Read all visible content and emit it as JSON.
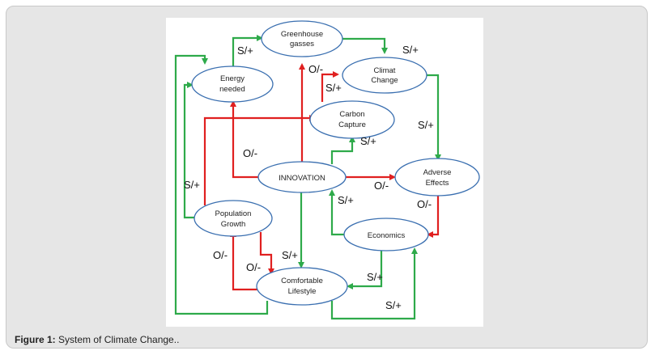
{
  "nodes": {
    "greenhouse": [
      "Greenhouse",
      "gasses"
    ],
    "energy": [
      "Energy",
      "needed"
    ],
    "climat": [
      "Climat",
      "Change"
    ],
    "carbon": [
      "Carbon",
      "Capture"
    ],
    "innovation": [
      "INNOVATION"
    ],
    "adverse": [
      "Adverse",
      "Effects"
    ],
    "population": [
      "Population",
      "Growth"
    ],
    "economics": [
      "Economics"
    ],
    "comfortable": [
      "Comfortable",
      "Lifestyle"
    ]
  },
  "edge_labels": {
    "energy_greenhouse": "S/+",
    "greenhouse_climat": "S/+",
    "innovation_greenhouse": "O/-",
    "carbon_climat": "S/+",
    "climat_adverse": "S/+",
    "innovation_energy": "O/-",
    "innovation_carbon": "S/+",
    "population_energy": "S/+",
    "innovation_adverse": "O/-",
    "economics_innovation": "S/+",
    "adverse_economics": "O/-",
    "comfortable_population": "O/-",
    "population_comfortable": "O/-",
    "innovation_comfortable": "S/+",
    "economics_comfortable": "S/+",
    "comfortable_economics": "S/+"
  },
  "caption": {
    "label": "Figure 1:",
    "text": " System of Climate Change.."
  },
  "colors": {
    "positive": "#2eaa4a",
    "negative": "#e02020",
    "node_stroke": "#3a6fb0"
  }
}
